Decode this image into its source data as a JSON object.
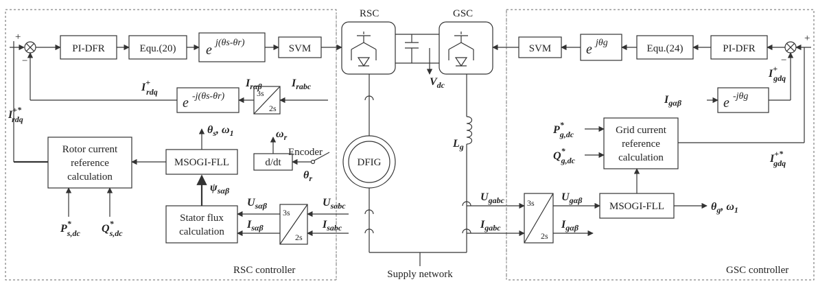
{
  "blocks": {
    "pi_dfr_left": "PI-DFR",
    "equ20": "Equ.(20)",
    "exp_fwd_left": "e",
    "exp_fwd_left_sup": "j(θs-θr)",
    "svm_left": "SVM",
    "exp_inv_left": "e",
    "exp_inv_left_sup": "-j(θs-θr)",
    "transform_3s": "3s",
    "transform_2s": "2s",
    "rotor_ref_l1": "Rotor current",
    "rotor_ref_l2": "reference",
    "rotor_ref_l3": "calculation",
    "msogi_left": "MSOGI-FLL",
    "ddt": "d/dt",
    "stator_flux_l1": "Stator flux",
    "stator_flux_l2": "calculation",
    "svm_right": "SVM",
    "exp_fwd_right": "e",
    "exp_fwd_right_sup": "jθg",
    "equ24": "Equ.(24)",
    "pi_dfr_right": "PI-DFR",
    "exp_inv_right": "e",
    "exp_inv_right_sup": "-jθg",
    "grid_ref_l1": "Grid current",
    "grid_ref_l2": "reference",
    "grid_ref_l3": "calculation",
    "msogi_right": "MSOGI-FLL",
    "dfig": "DFIG"
  },
  "labels": {
    "rsc": "RSC",
    "gsc": "GSC",
    "vdc": "V",
    "vdc_sub": "dc",
    "lg": "L",
    "lg_sub": "g",
    "encoder": "Encoder",
    "theta_r": "θ",
    "theta_r_sub": "r",
    "omega_r": "ω",
    "omega_r_sub": "r",
    "theta_s_omega1": "θ",
    "theta_s_omega1_rest": "s",
    "omega1_left": "ω",
    "omega1_left_sub": "1",
    "psi": "ψ",
    "psi_sub": "sαβ",
    "i_rdq_plus": "I",
    "i_rdq_plus_sub": "rdq",
    "i_rdq_plus_sup": "+",
    "i_rdq_ref": "I",
    "i_rdq_ref_sub": "rdq",
    "i_rdq_ref_sup": "+*",
    "i_ralphabeta": "I",
    "i_ralphabeta_sub": "rαβ",
    "i_rabc": "I",
    "i_rabc_sub": "rabc",
    "u_salphabeta": "U",
    "u_salphabeta_sub": "sαβ",
    "i_salphabeta": "I",
    "i_salphabeta_sub": "sαβ",
    "u_sabc": "U",
    "u_sabc_sub": "sabc",
    "i_sabc": "I",
    "i_sabc_sub": "sabc",
    "p_s_dc": "P",
    "p_s_dc_sub": "s,dc",
    "p_s_dc_sup": "*",
    "q_s_dc": "Q",
    "q_s_dc_sub": "s,dc",
    "q_s_dc_sup": "*",
    "u_gabc": "U",
    "u_gabc_sub": "gabc",
    "i_gabc": "I",
    "i_gabc_sub": "gabc",
    "u_galphabeta": "U",
    "u_galphabeta_sub": "gαβ",
    "i_galphabeta_out": "I",
    "i_galphabeta_out_sub": "gαβ",
    "i_galphabeta_in": "I",
    "i_galphabeta_in_sub": "gαβ",
    "i_gdq_plus": "I",
    "i_gdq_plus_sub": "gdq",
    "i_gdq_plus_sup": "+",
    "i_gdq_ref": "I",
    "i_gdq_ref_sub": "gdq",
    "i_gdq_ref_sup": "+*",
    "p_g_dc": "P",
    "p_g_dc_sub": "g,dc",
    "p_g_dc_sup": "*",
    "q_g_dc": "Q",
    "q_g_dc_sub": "g,dc",
    "q_g_dc_sup": "*",
    "theta_g_out": "θ",
    "theta_g_out_sub": "g",
    "omega1_right": "ω",
    "omega1_right_sub": "1",
    "plus_left": "+",
    "minus_left": "−",
    "plus_right": "+",
    "minus_right": "−",
    "rsc_controller": "RSC controller",
    "supply_network": "Supply network",
    "gsc_controller": "GSC controller"
  }
}
